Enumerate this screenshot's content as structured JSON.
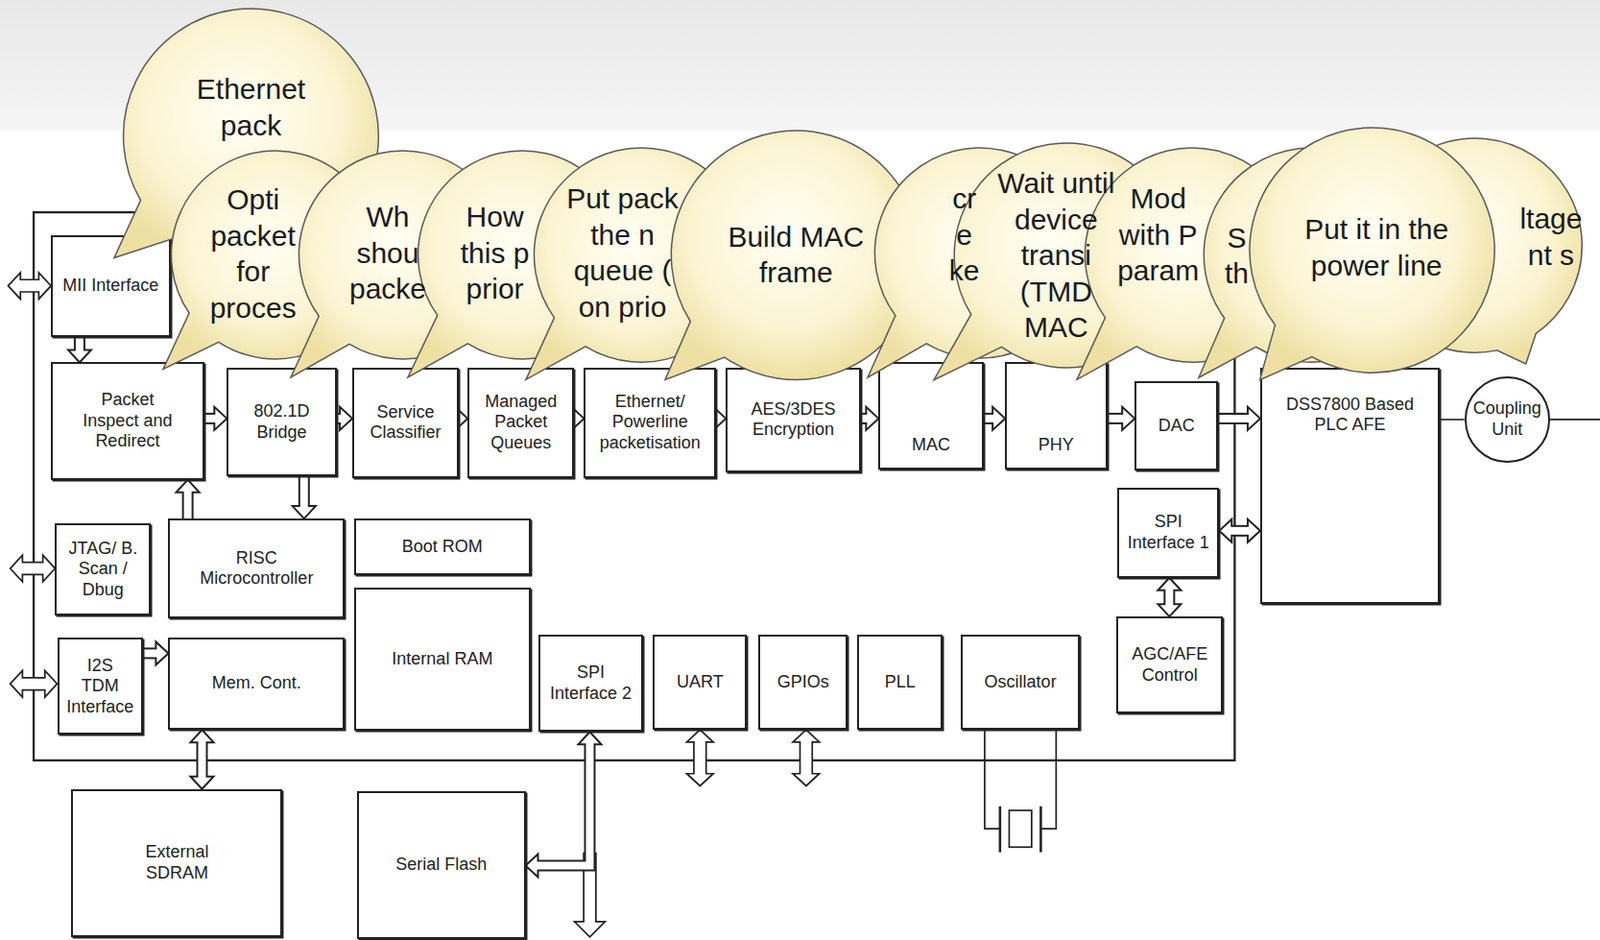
{
  "diagram": {
    "nodes": [
      {
        "text": [
          "MII Interface"
        ]
      },
      {
        "text": [
          "Packet Inspect and Redirect"
        ]
      },
      {
        "text": [
          "802.1D Bridge"
        ]
      },
      {
        "text": [
          "Service Classifier"
        ]
      },
      {
        "text": [
          "Managed Packet Queues"
        ]
      },
      {
        "text": [
          "Ethernet/ Powerline packetisation"
        ]
      },
      {
        "text": [
          "AES/3DES Encryption"
        ]
      },
      {
        "text": [
          "MAC"
        ]
      },
      {
        "text": [
          "PHY"
        ]
      },
      {
        "text": [
          "DAC"
        ]
      },
      {
        "text": [
          "DSS7800 Based PLC AFE"
        ]
      },
      {
        "text": [
          "Coupling Unit"
        ]
      },
      {
        "text": [
          "JTAG/ B. Scan / Dbug"
        ]
      },
      {
        "text": [
          "RISC Microcontroller"
        ]
      },
      {
        "text": [
          "Boot ROM"
        ]
      },
      {
        "text": [
          "SPI Interface 1"
        ]
      },
      {
        "text": [
          "I2S TDM Interface"
        ]
      },
      {
        "text": [
          "Mem. Cont."
        ]
      },
      {
        "text": [
          "Internal RAM"
        ]
      },
      {
        "text": [
          "SPI Interface 2"
        ]
      },
      {
        "text": [
          "UART"
        ]
      },
      {
        "text": [
          "GPIOs"
        ]
      },
      {
        "text": [
          "PLL"
        ]
      },
      {
        "text": [
          "Oscillator"
        ]
      },
      {
        "text": [
          "AGC/AFE Control"
        ]
      },
      {
        "text": [
          "External SDRAM"
        ]
      },
      {
        "text": [
          "Serial Flash"
        ]
      },
      {
        "text": [
          "Ethernet pack"
        ]
      },
      {
        "text": [
          "Opti packet for proces"
        ]
      },
      {
        "text": [
          "Wh shou packe"
        ]
      },
      {
        "text": [
          "How this p prior"
        ]
      },
      {
        "text": [
          "Put pack the n queue ( on prio"
        ]
      },
      {
        "text": [
          "Build MAC frame"
        ]
      },
      {
        "text": [
          "cr e ke"
        ]
      },
      {
        "text": [
          "Wait until device transi (TMD MAC"
        ]
      },
      {
        "text": [
          "Mod with P param"
        ]
      },
      {
        "text": [
          "S th"
        ]
      },
      {
        "text": [
          "ltage nt s"
        ]
      },
      {
        "text": [
          "Put it in the power line"
        ]
      }
    ],
    "edges": [
      {
        "from": 0,
        "to": 1,
        "arrow": "to"
      },
      {
        "from": 1,
        "to": 2,
        "arrow": "to"
      },
      {
        "from": 2,
        "to": 3,
        "arrow": "to"
      },
      {
        "from": 3,
        "to": 4,
        "arrow": "to"
      },
      {
        "from": 4,
        "to": 5,
        "arrow": "to"
      },
      {
        "from": 5,
        "to": 6,
        "arrow": "to"
      },
      {
        "from": 6,
        "to": 7,
        "arrow": "to"
      },
      {
        "from": 7,
        "to": 8,
        "arrow": "to"
      },
      {
        "from": 8,
        "to": 9,
        "arrow": "to"
      },
      {
        "from": 9,
        "to": 10,
        "arrow": "to"
      },
      {
        "from": 10,
        "to": 11,
        "arrow": "none"
      },
      {
        "from": 2,
        "to": 13,
        "arrow": "to"
      },
      {
        "from": 13,
        "to": 1,
        "arrow": "to"
      },
      {
        "from": 16,
        "to": 17,
        "arrow": "to"
      },
      {
        "from": 17,
        "to": 25,
        "arrow": "both"
      },
      {
        "from": 19,
        "to": 26,
        "arrow": "both"
      },
      {
        "from": 15,
        "to": 24,
        "arrow": "both"
      },
      {
        "from": 15,
        "to": 10,
        "arrow": "both"
      }
    ]
  }
}
